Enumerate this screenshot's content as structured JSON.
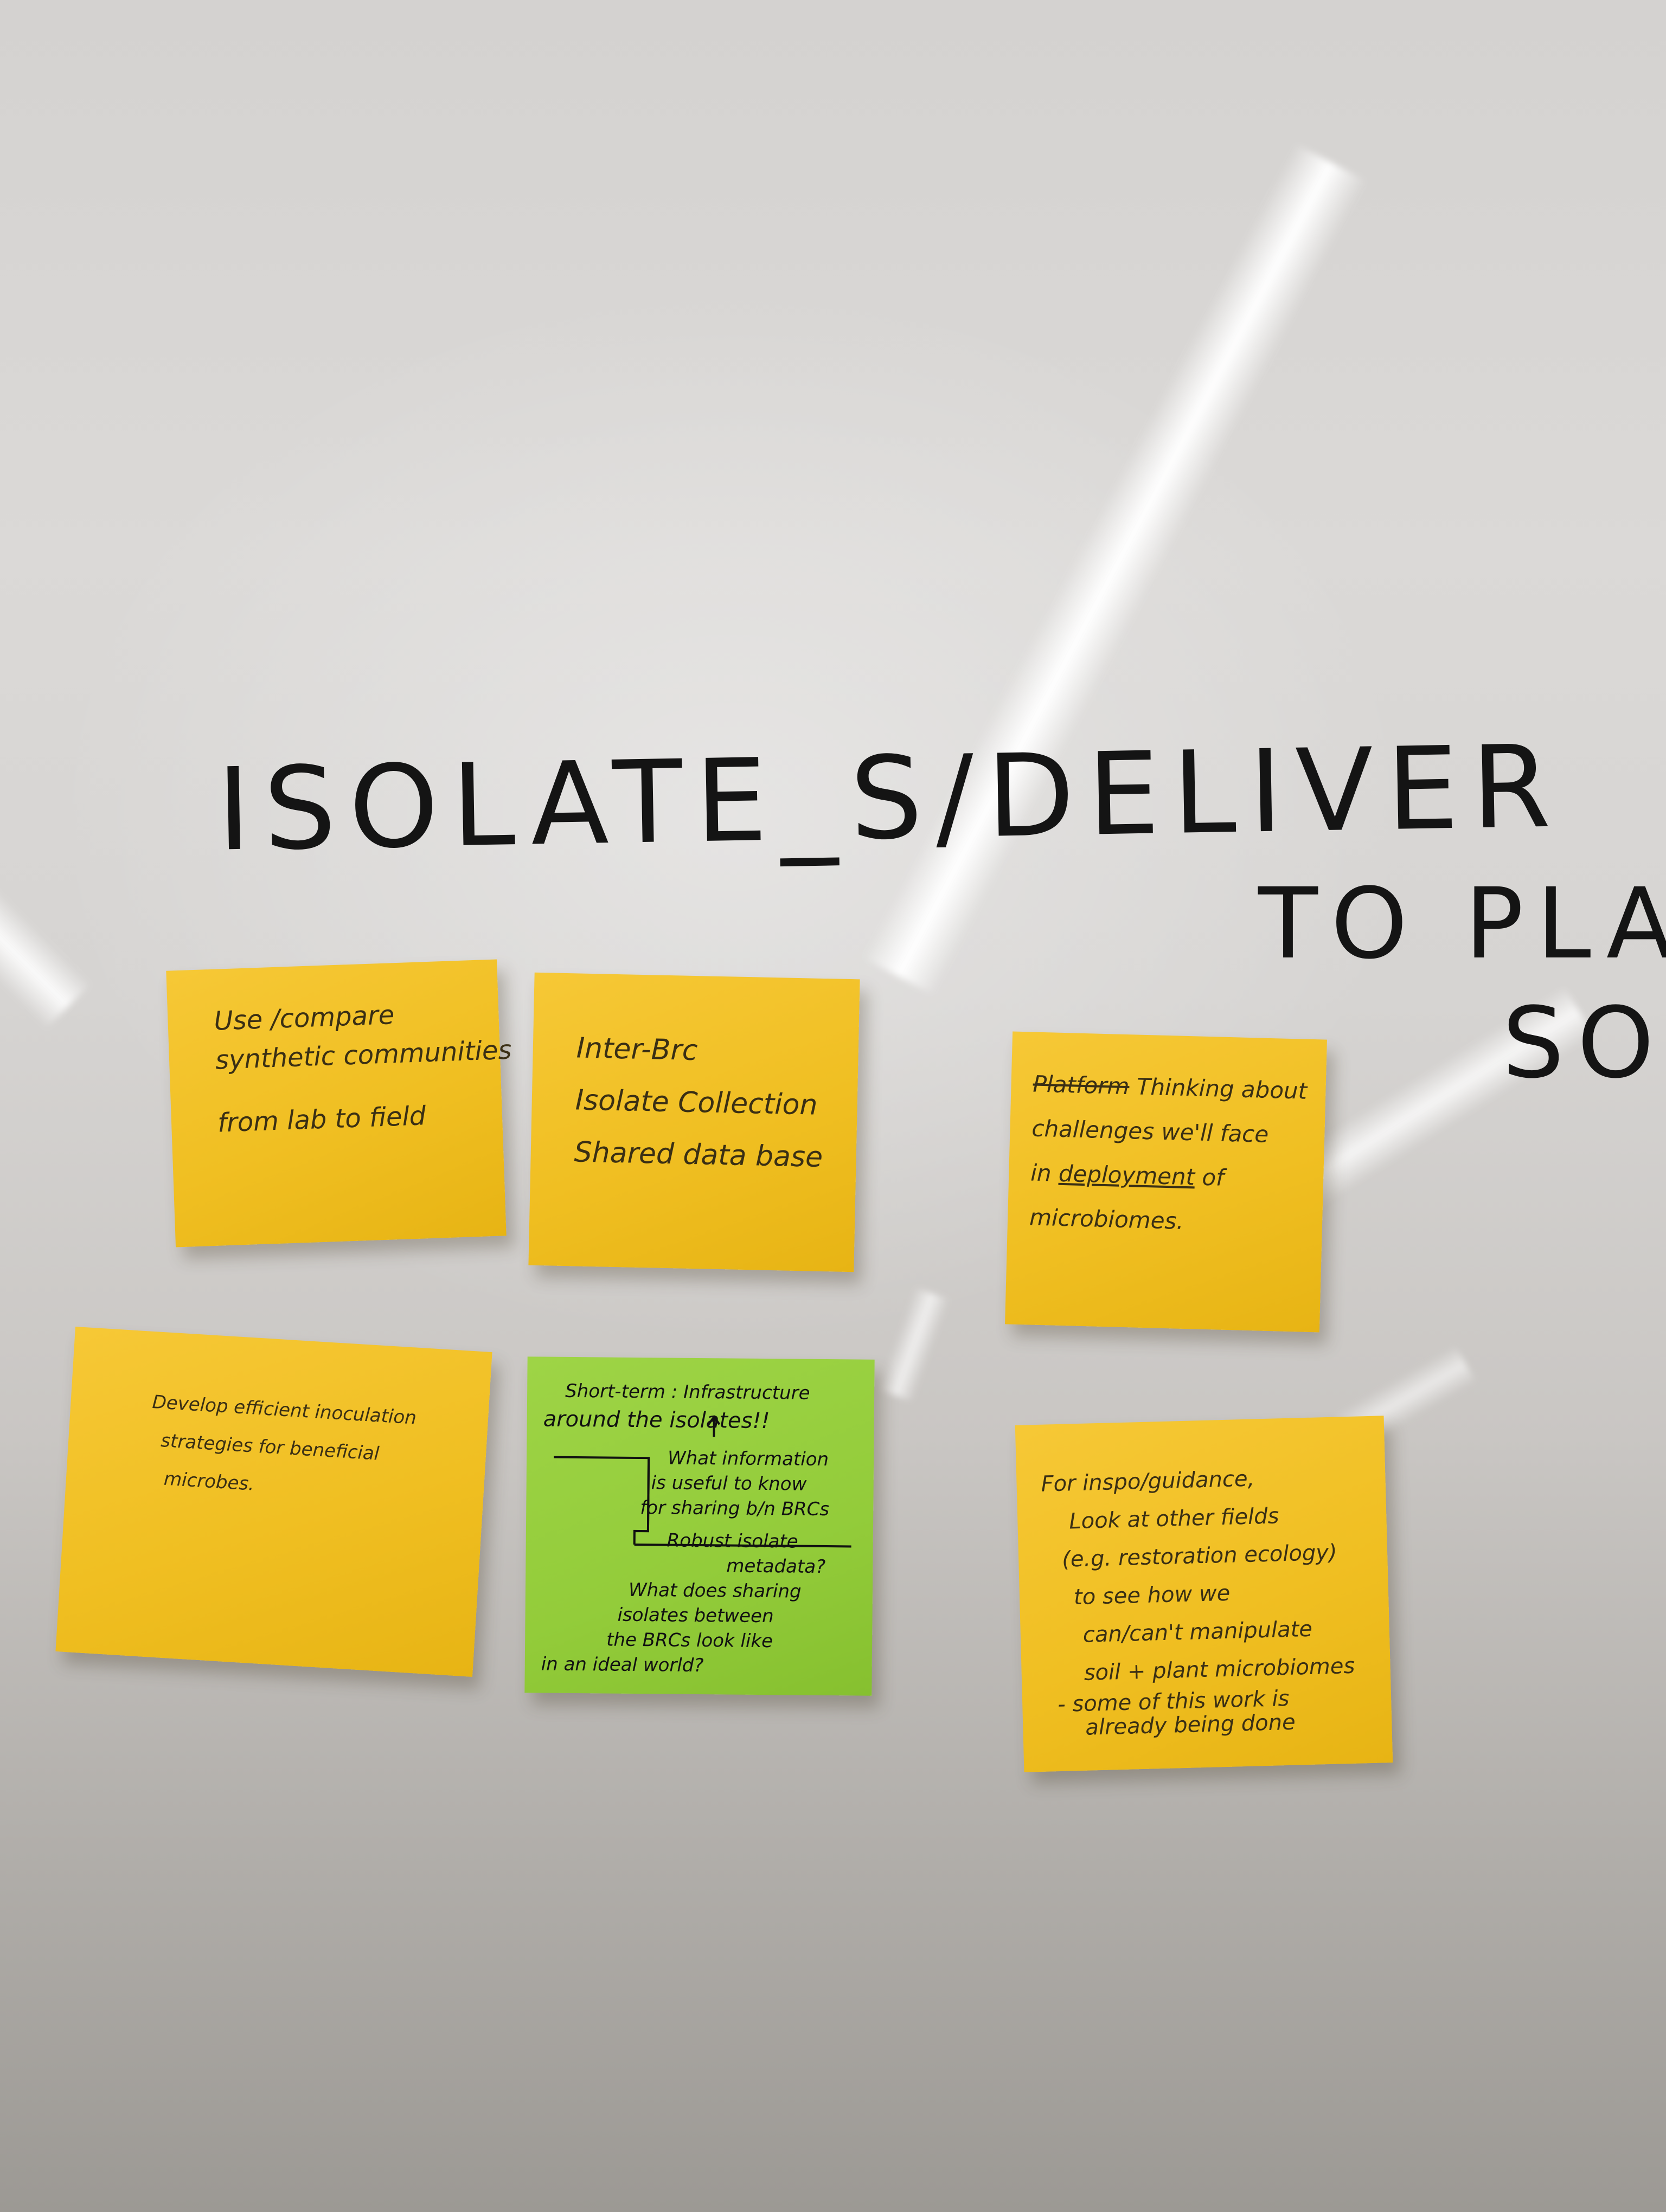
{
  "whiteboard": {
    "heading_line1": "ISOLATE_S/DELIVER",
    "heading_line2": "TO PLA",
    "heading_line3": "SOI"
  },
  "notes": {
    "note1": {
      "color": "#f2c22a",
      "lines": [
        "Use /compare",
        "synthetic communities",
        "from lab to field"
      ]
    },
    "note2": {
      "color": "#f2c22a",
      "lines": [
        "Inter-Brc",
        "Isolate Collection",
        "Shared data base"
      ]
    },
    "note3": {
      "color": "#f2c22a",
      "struck": "Platform",
      "lines": [
        "Thinking about",
        "challenges we'll face",
        "in",
        "deployment",
        "of",
        "microbiomes."
      ]
    },
    "note4": {
      "color": "#f2c22a",
      "lines": [
        "Develop efficient inoculation",
        "strategies for beneficial",
        "microbes."
      ]
    },
    "note5": {
      "color": "#95cd3c",
      "lines": [
        "Short-term : Infrastructure",
        "around the isolates!!",
        "What information",
        "is useful to know",
        "for sharing b/n BRCs",
        "Robust isolate",
        "metadata?",
        "What does sharing",
        "isolates between",
        "the BRCs look like",
        "in an ideal world?"
      ]
    },
    "note6": {
      "color": "#f2c22a",
      "lines": [
        "For inspo/guidance,",
        "Look at other fields",
        "(e.g. restoration ecology)",
        "to see how we",
        "can/can't manipulate",
        "soil + plant microbiomes",
        "- some of this work is",
        "already being done"
      ]
    }
  }
}
